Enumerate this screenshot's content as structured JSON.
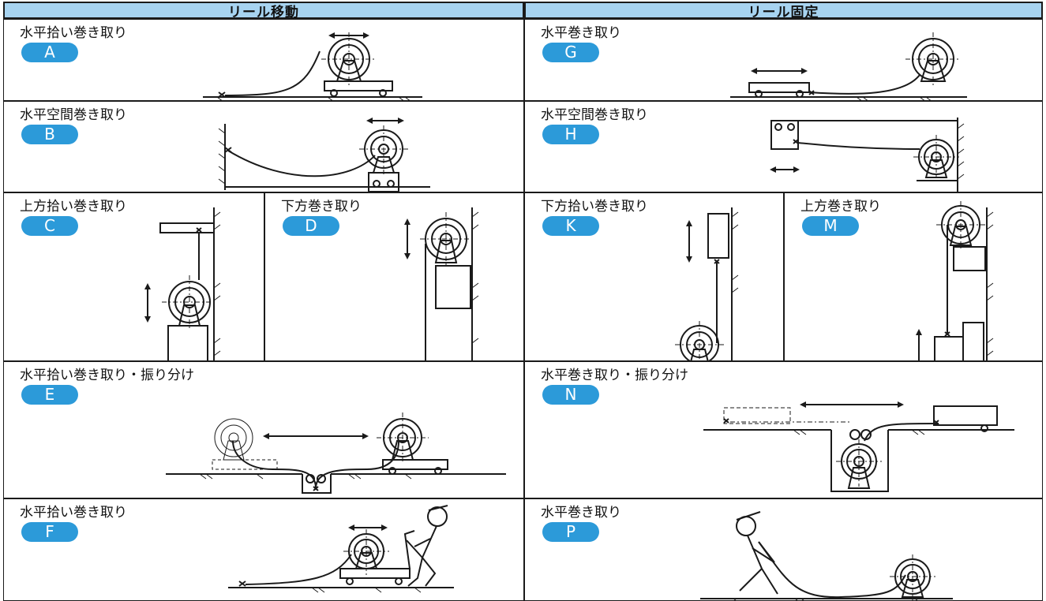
{
  "headers": {
    "left": "リール移動",
    "right": "リール固定"
  },
  "accent_color": "#2c9ad9",
  "header_color": "#a7d3f0",
  "cells": {
    "A": {
      "title": "水平拾い巻き取り",
      "badge": "A"
    },
    "B": {
      "title": "水平空間巻き取り",
      "badge": "B"
    },
    "C": {
      "title": "上方拾い巻き取り",
      "badge": "C"
    },
    "D": {
      "title": "下方巻き取り",
      "badge": "D"
    },
    "E": {
      "title": "水平拾い巻き取り・振り分け",
      "badge": "E"
    },
    "F": {
      "title": "水平拾い巻き取り",
      "badge": "F"
    },
    "G": {
      "title": "水平巻き取り",
      "badge": "G"
    },
    "H": {
      "title": "水平空間巻き取り",
      "badge": "H"
    },
    "K": {
      "title": "下方拾い巻き取り",
      "badge": "K"
    },
    "M": {
      "title": "上方巻き取り",
      "badge": "M"
    },
    "N": {
      "title": "水平巻き取り・振り分け",
      "badge": "N"
    },
    "P": {
      "title": "水平巻き取り",
      "badge": "P"
    }
  }
}
